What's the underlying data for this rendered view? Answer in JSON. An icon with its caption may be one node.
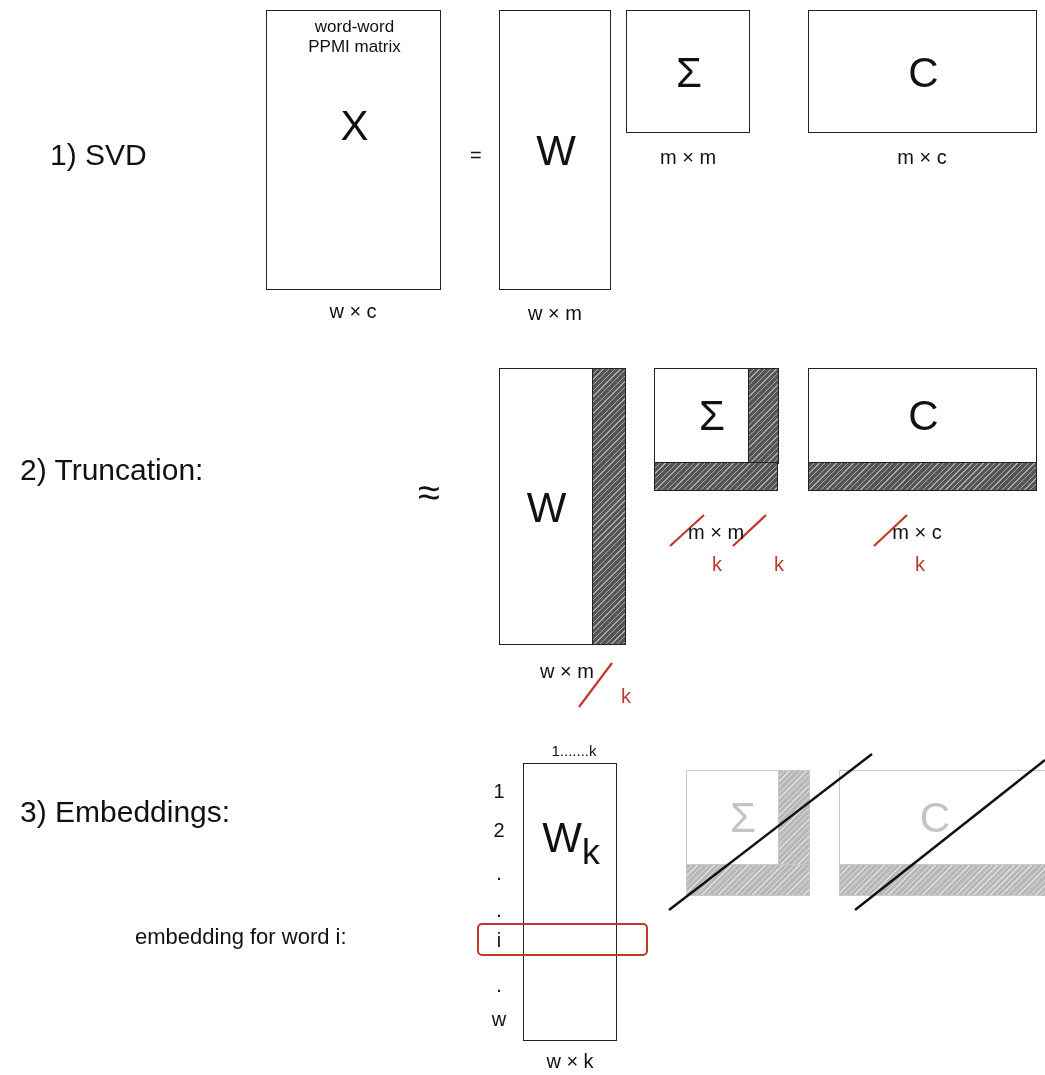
{
  "diagram": {
    "nodes": [
      {
        "text": [
          "word-word PPMI matrix",
          "X"
        ],
        "beside": [
          "w × c"
        ]
      },
      {
        "text": [
          "W"
        ],
        "beside": [
          "w × m"
        ]
      },
      {
        "text": [
          "Σ"
        ],
        "beside": [
          "m × m"
        ]
      },
      {
        "text": [
          "C"
        ],
        "beside": [
          "m × c"
        ]
      },
      {
        "text": [
          "W"
        ],
        "beside": [
          "w × m",
          "k"
        ]
      },
      {
        "text": [],
        "shape": "bar",
        "in": 4
      },
      {
        "text": [
          "Σ"
        ],
        "beside": [
          "m × m",
          "k",
          "k"
        ]
      },
      {
        "text": [],
        "shape": "bar",
        "in": 6
      },
      {
        "text": [],
        "shape": "bar",
        "in": 6
      },
      {
        "text": [
          "C"
        ],
        "beside": [
          "m × c",
          "k"
        ]
      },
      {
        "text": [],
        "shape": "bar",
        "in": 9
      },
      {
        "text": [
          "W$_{k}$"
        ],
        "beside": [
          "1.......k",
          "w × k"
        ]
      },
      {
        "text": [
          "i"
        ]
      },
      {
        "text": [
          "Σ"
        ]
      },
      {
        "text": [],
        "shape": "bar",
        "in": 13
      },
      {
        "text": [],
        "shape": "bar",
        "in": 13
      },
      {
        "text": [
          "C"
        ]
      },
      {
        "text": [],
        "shape": "bar",
        "in": 16
      }
    ],
    "labels": [
      "1) SVD",
      "=",
      "2) Truncation:",
      "≈",
      "3) Embeddings:",
      "1",
      "2",
      ".",
      ".",
      "embedding for word i:",
      ".",
      "w"
    ]
  }
}
